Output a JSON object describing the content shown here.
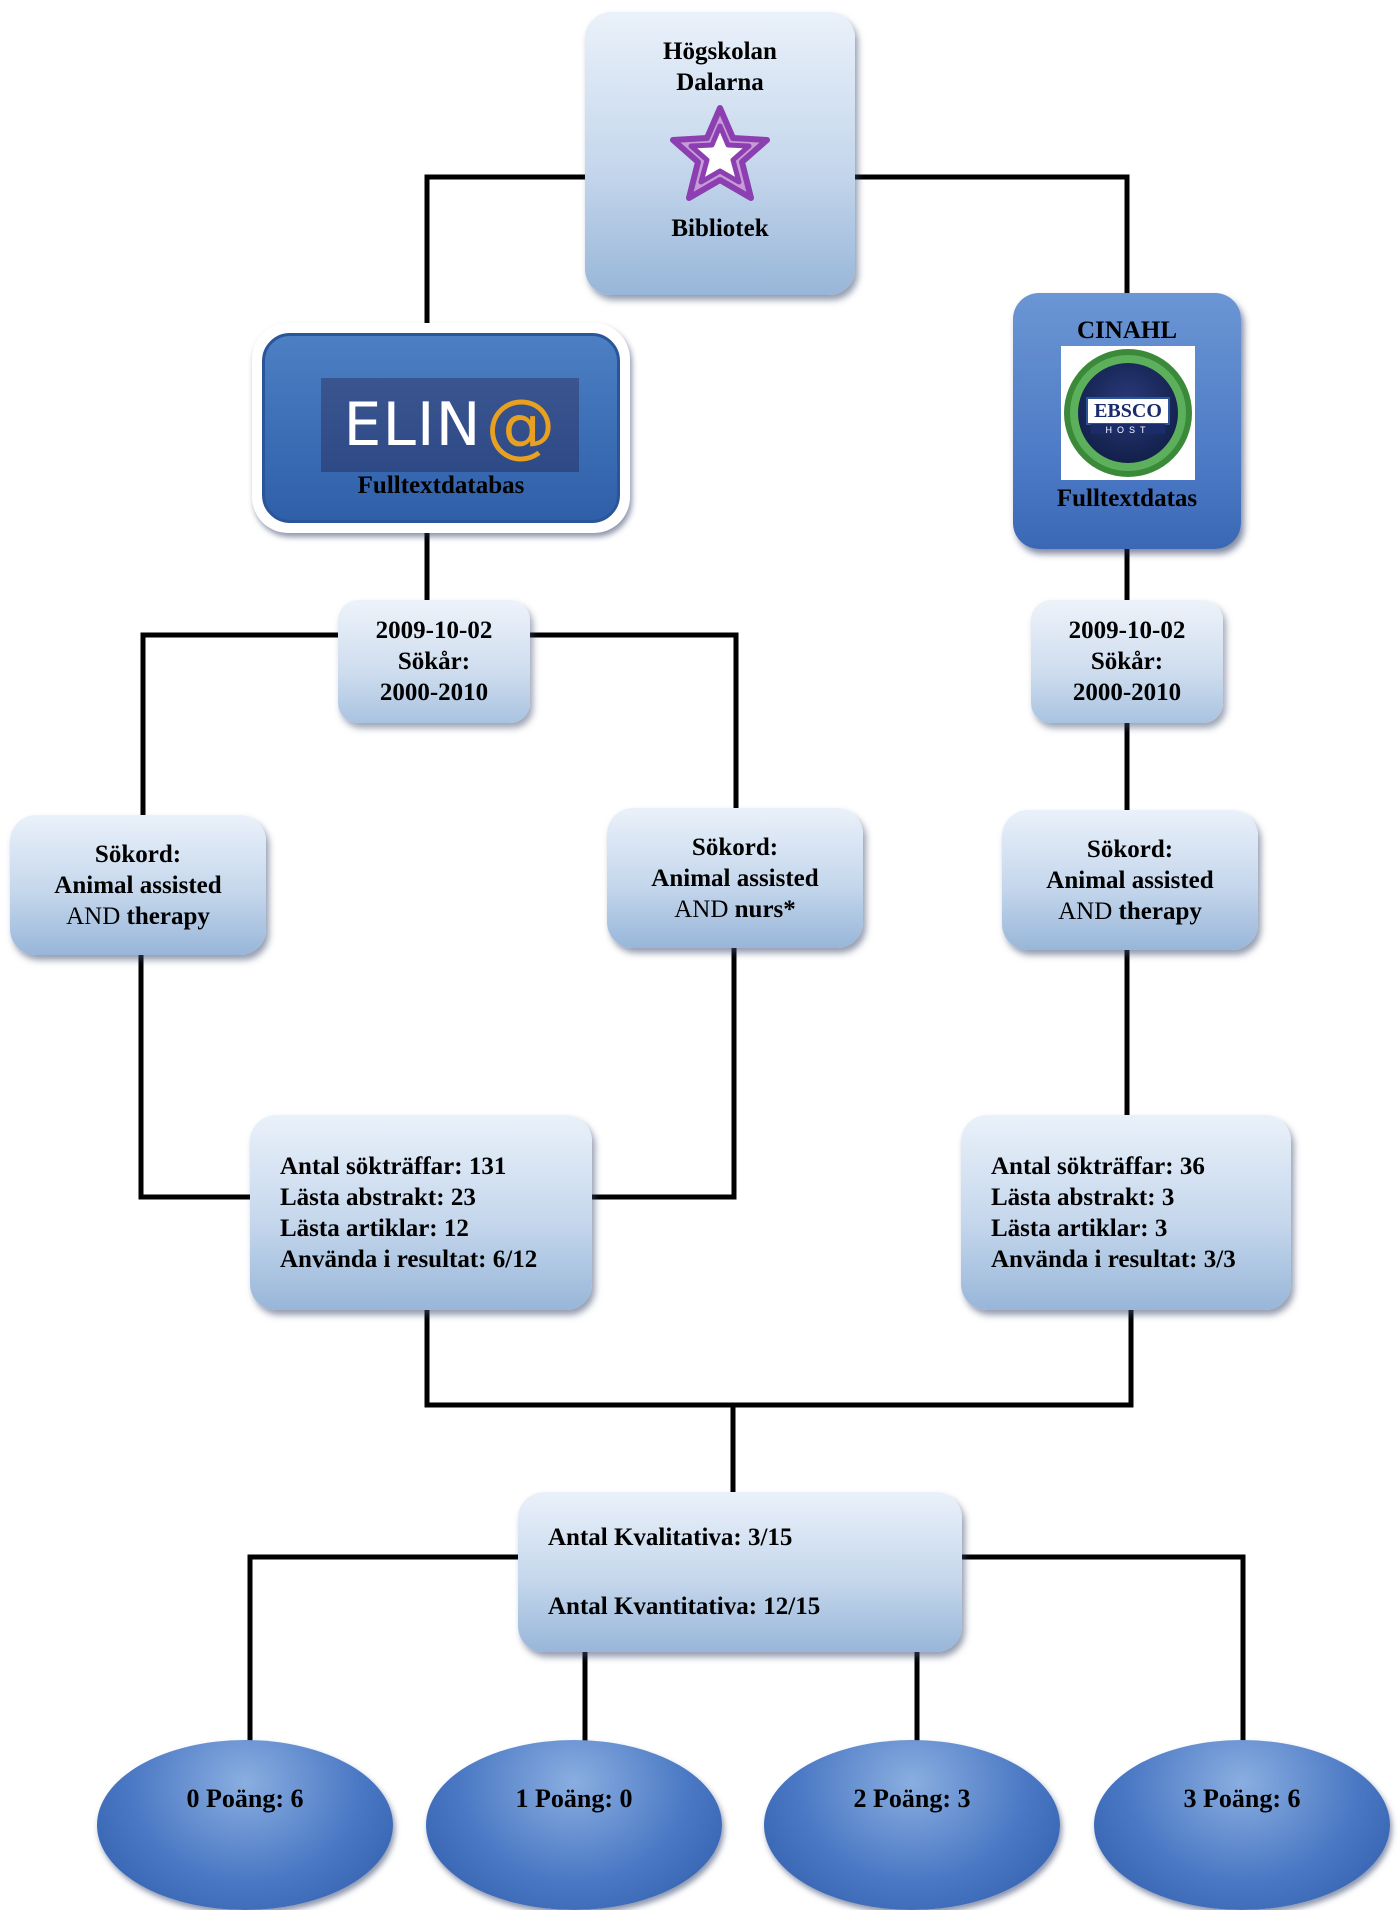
{
  "root": {
    "line1": "Högskolan",
    "line2": "Dalarna",
    "line3": "Bibliotek",
    "logo_icon": "star-icon",
    "logo_color": "#8b3fb0"
  },
  "elina": {
    "logo_text": "ELIN",
    "logo_at": "@",
    "caption": "Fulltextdatabas",
    "accent": "#3a6cb4"
  },
  "cinahl": {
    "title": "CINAHL",
    "logo_text": "EBSCO",
    "logo_sub": "HOST",
    "caption": "Fulltextdatas",
    "logo_icon": "ebsco-host-icon"
  },
  "date_left": {
    "line1": "2009-10-02",
    "line2": "Sökår:",
    "line3": "2000-2010"
  },
  "date_right": {
    "line1": "2009-10-02",
    "line2": "Sökår:",
    "line3": "2000-2010"
  },
  "search_left_a": {
    "line1": "Sökord:",
    "line2": "Animal assisted",
    "and": "AND",
    "term": "therapy"
  },
  "search_left_b": {
    "line1": "Sökord:",
    "line2": "Animal assisted",
    "and": "AND",
    "term": "nurs*"
  },
  "search_right": {
    "line1": "Sökord:",
    "line2": "Animal assisted",
    "and": "AND",
    "term": "therapy"
  },
  "results_left": {
    "line1": "Antal sökträffar: 131",
    "line2": "Lästa abstrakt: 23",
    "line3": "Lästa artiklar: 12",
    "line4": "Använda i resultat: 6/12"
  },
  "results_right": {
    "line1": "Antal sökträffar: 36",
    "line2": "Lästa abstrakt: 3",
    "line3": "Lästa artiklar: 3",
    "line4": "Använda i resultat: 3/3"
  },
  "summary": {
    "line1": "Antal Kvalitativa: 3/15",
    "line2": "Antal Kvantitativa: 12/15"
  },
  "scores": [
    "0 Poäng: 6",
    "1 Poäng: 0",
    "2 Poäng: 3",
    "3 Poäng: 6"
  ],
  "colors": {
    "connector": "#000000",
    "oval": "#4a78c4",
    "box": "#c5d7ec"
  }
}
